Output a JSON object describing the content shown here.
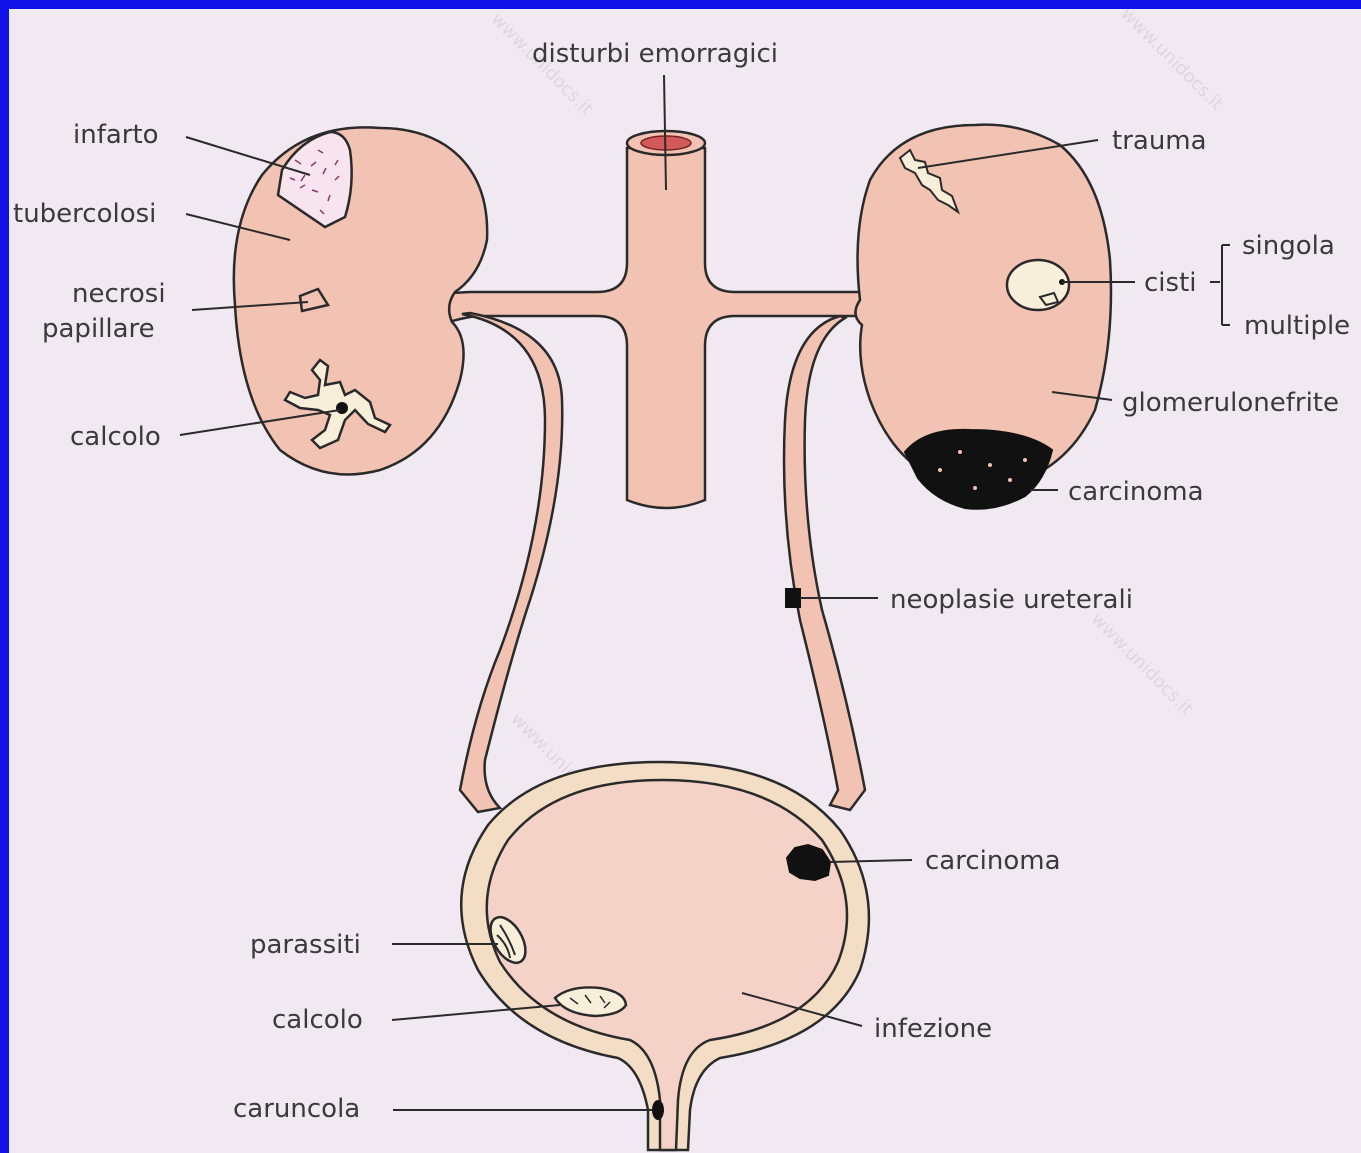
{
  "colors": {
    "frame": "#1010e8",
    "background": "#f1e9f2",
    "organ_fill": "#f2c2b2",
    "organ_outline": "#2a2a2a",
    "bladder_wall": "#f3ddc5",
    "tumor": "#111111"
  },
  "labels": {
    "disturbi_emorragici": "disturbi emorragici",
    "infarto": "infarto",
    "tubercolosi": "tubercolosi",
    "necrosi": "necrosi",
    "papillare": "papillare",
    "calcolo_rene": "calcolo",
    "trauma": "trauma",
    "cisti": "cisti",
    "singola": "singola",
    "multiple": "multiple",
    "glomerulonefrite": "glomerulonefrite",
    "carcinoma_rene": "carcinoma",
    "neoplasie_ureterali": "neoplasie ureterali",
    "carcinoma_vescica": "carcinoma",
    "parassiti": "parassiti",
    "calcolo_vescica": "calcolo",
    "infezione": "infezione",
    "caruncola": "caruncola"
  },
  "watermark": "www.unidocs.it"
}
